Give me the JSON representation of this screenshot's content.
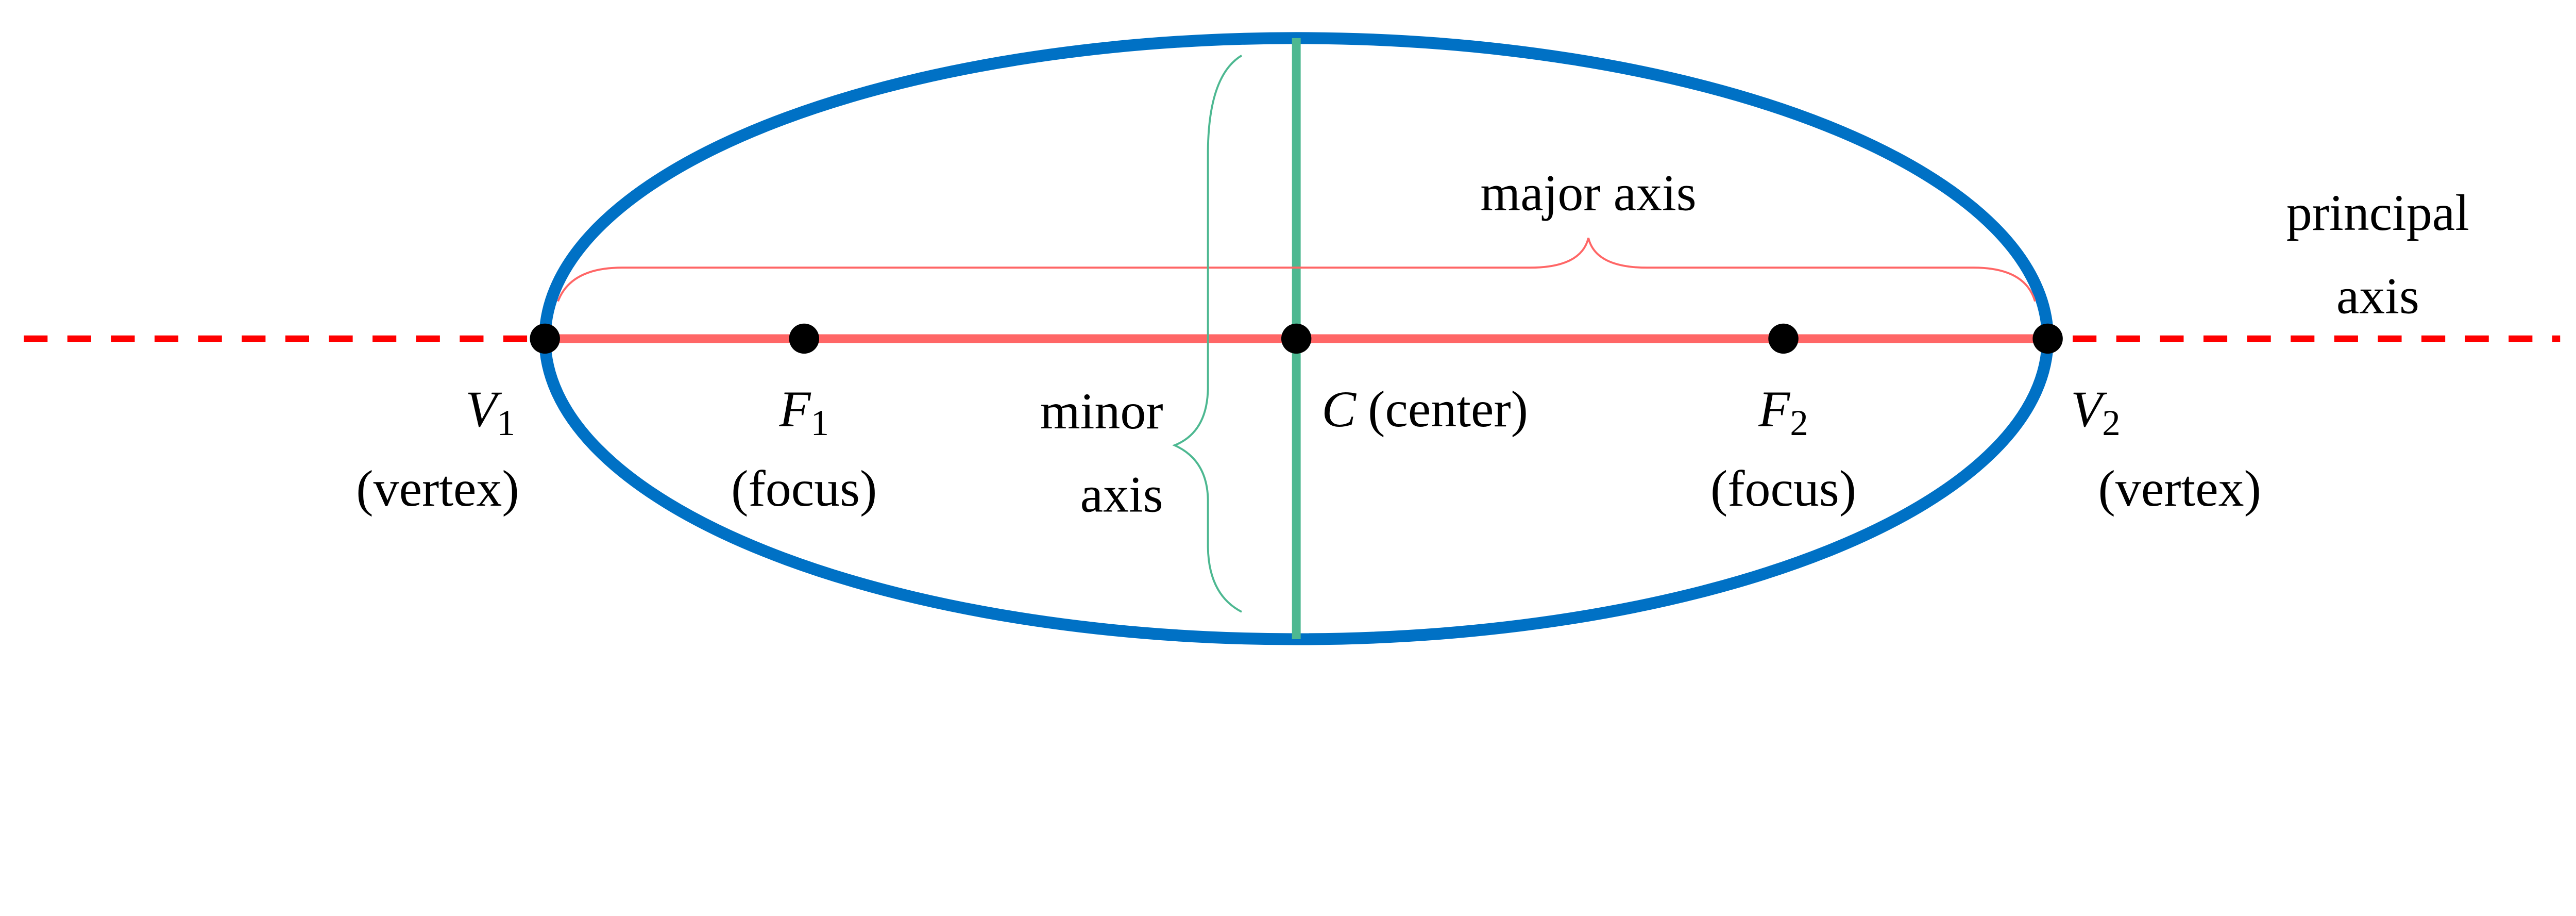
{
  "colors": {
    "ellipse": "#0071c5",
    "major_axis": "#ff6666",
    "principal_axis": "#ff0000",
    "minor_axis": "#4db891",
    "points": "#000000"
  },
  "labels": {
    "v1_symbol": "V",
    "v1_sub": "1",
    "v1_desc": "(vertex)",
    "f1_symbol": "F",
    "f1_sub": "1",
    "f1_desc": "(focus)",
    "c_symbol": "C",
    "c_desc": "(center)",
    "f2_symbol": "F",
    "f2_sub": "2",
    "f2_desc": "(focus)",
    "v2_symbol": "V",
    "v2_sub": "2",
    "v2_desc": "(vertex)",
    "minor_axis_line1": "minor",
    "minor_axis_line2": "axis",
    "major_axis": "major axis",
    "principal_axis_line1": "principal",
    "principal_axis_line2": "axis"
  }
}
